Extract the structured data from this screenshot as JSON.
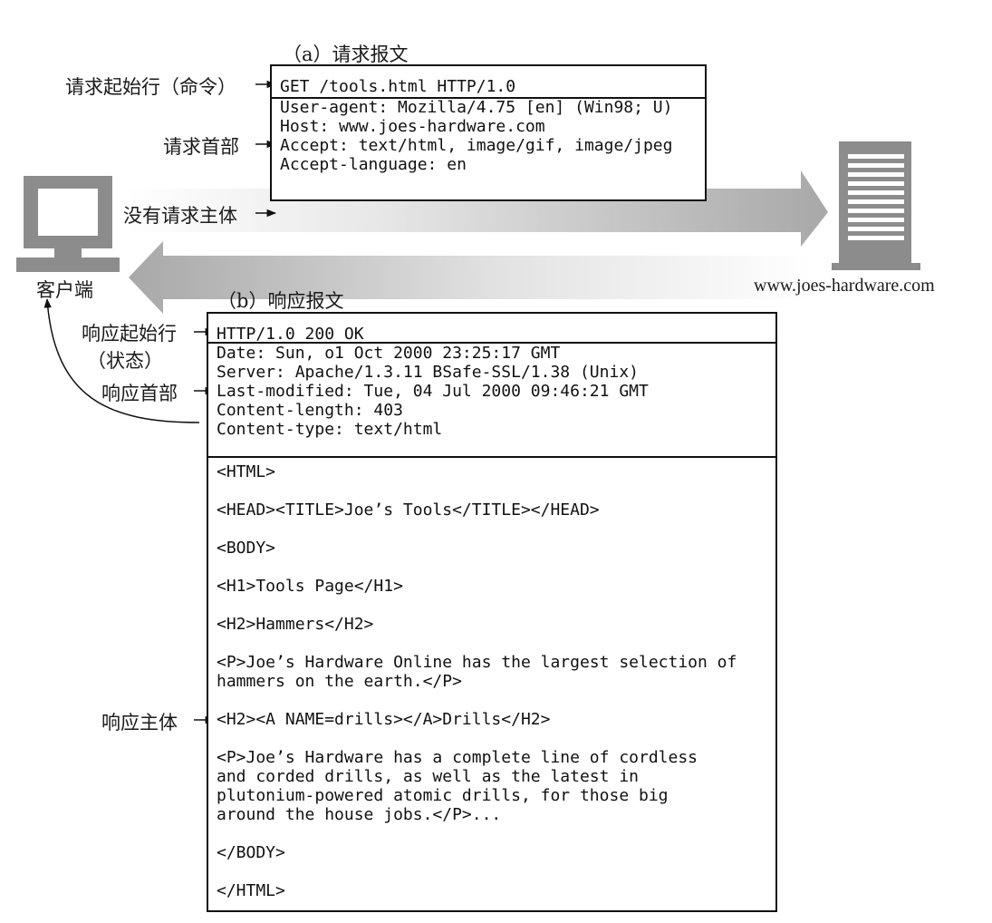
{
  "request": {
    "title": "（a）请求报文",
    "start_line_label": "请求起始行（命令）",
    "headers_label": "请求首部",
    "no_body_label": "没有请求主体",
    "start_line": "GET /tools.html HTTP/1.0",
    "headers": [
      "User-agent: Mozilla/4.75 [en] (Win98; U)",
      "Host: www.joes-hardware.com",
      "Accept: text/html, image/gif, image/jpeg",
      "Accept-language: en"
    ]
  },
  "client_label": "客户端",
  "server_label": "www.joes-hardware.com",
  "response": {
    "title": "（b）响应报文",
    "start_line_label_1": "响应起始行",
    "start_line_label_2": "（状态）",
    "headers_label": "响应首部",
    "body_label": "响应主体",
    "start_line": "HTTP/1.0 200 OK",
    "headers": [
      "Date: Sun, o1 Oct 2000 23:25:17 GMT",
      "Server: Apache/1.3.11 BSafe-SSL/1.38 (Unix)",
      "Last-modified: Tue, 04 Jul 2000 09:46:21 GMT",
      "Content-length: 403",
      "Content-type: text/html"
    ],
    "body": [
      "<HTML>",
      "",
      "<HEAD><TITLE>Joe’s Tools</TITLE></HEAD>",
      "",
      "<BODY>",
      "",
      "<H1>Tools Page</H1>",
      "",
      "<H2>Hammers</H2>",
      "",
      "<P>Joe’s Hardware Online has the largest selection of",
      "hammers on the earth.</P>",
      "",
      "<H2><A NAME=drills></A>Drills</H2>",
      "",
      "<P>Joe’s Hardware has a complete line of cordless",
      "and corded drills, as well as the latest in",
      "plutonium-powered atomic drills, for those big",
      "around the house jobs.</P>...",
      "",
      "</BODY>",
      "",
      "</HTML>"
    ]
  }
}
